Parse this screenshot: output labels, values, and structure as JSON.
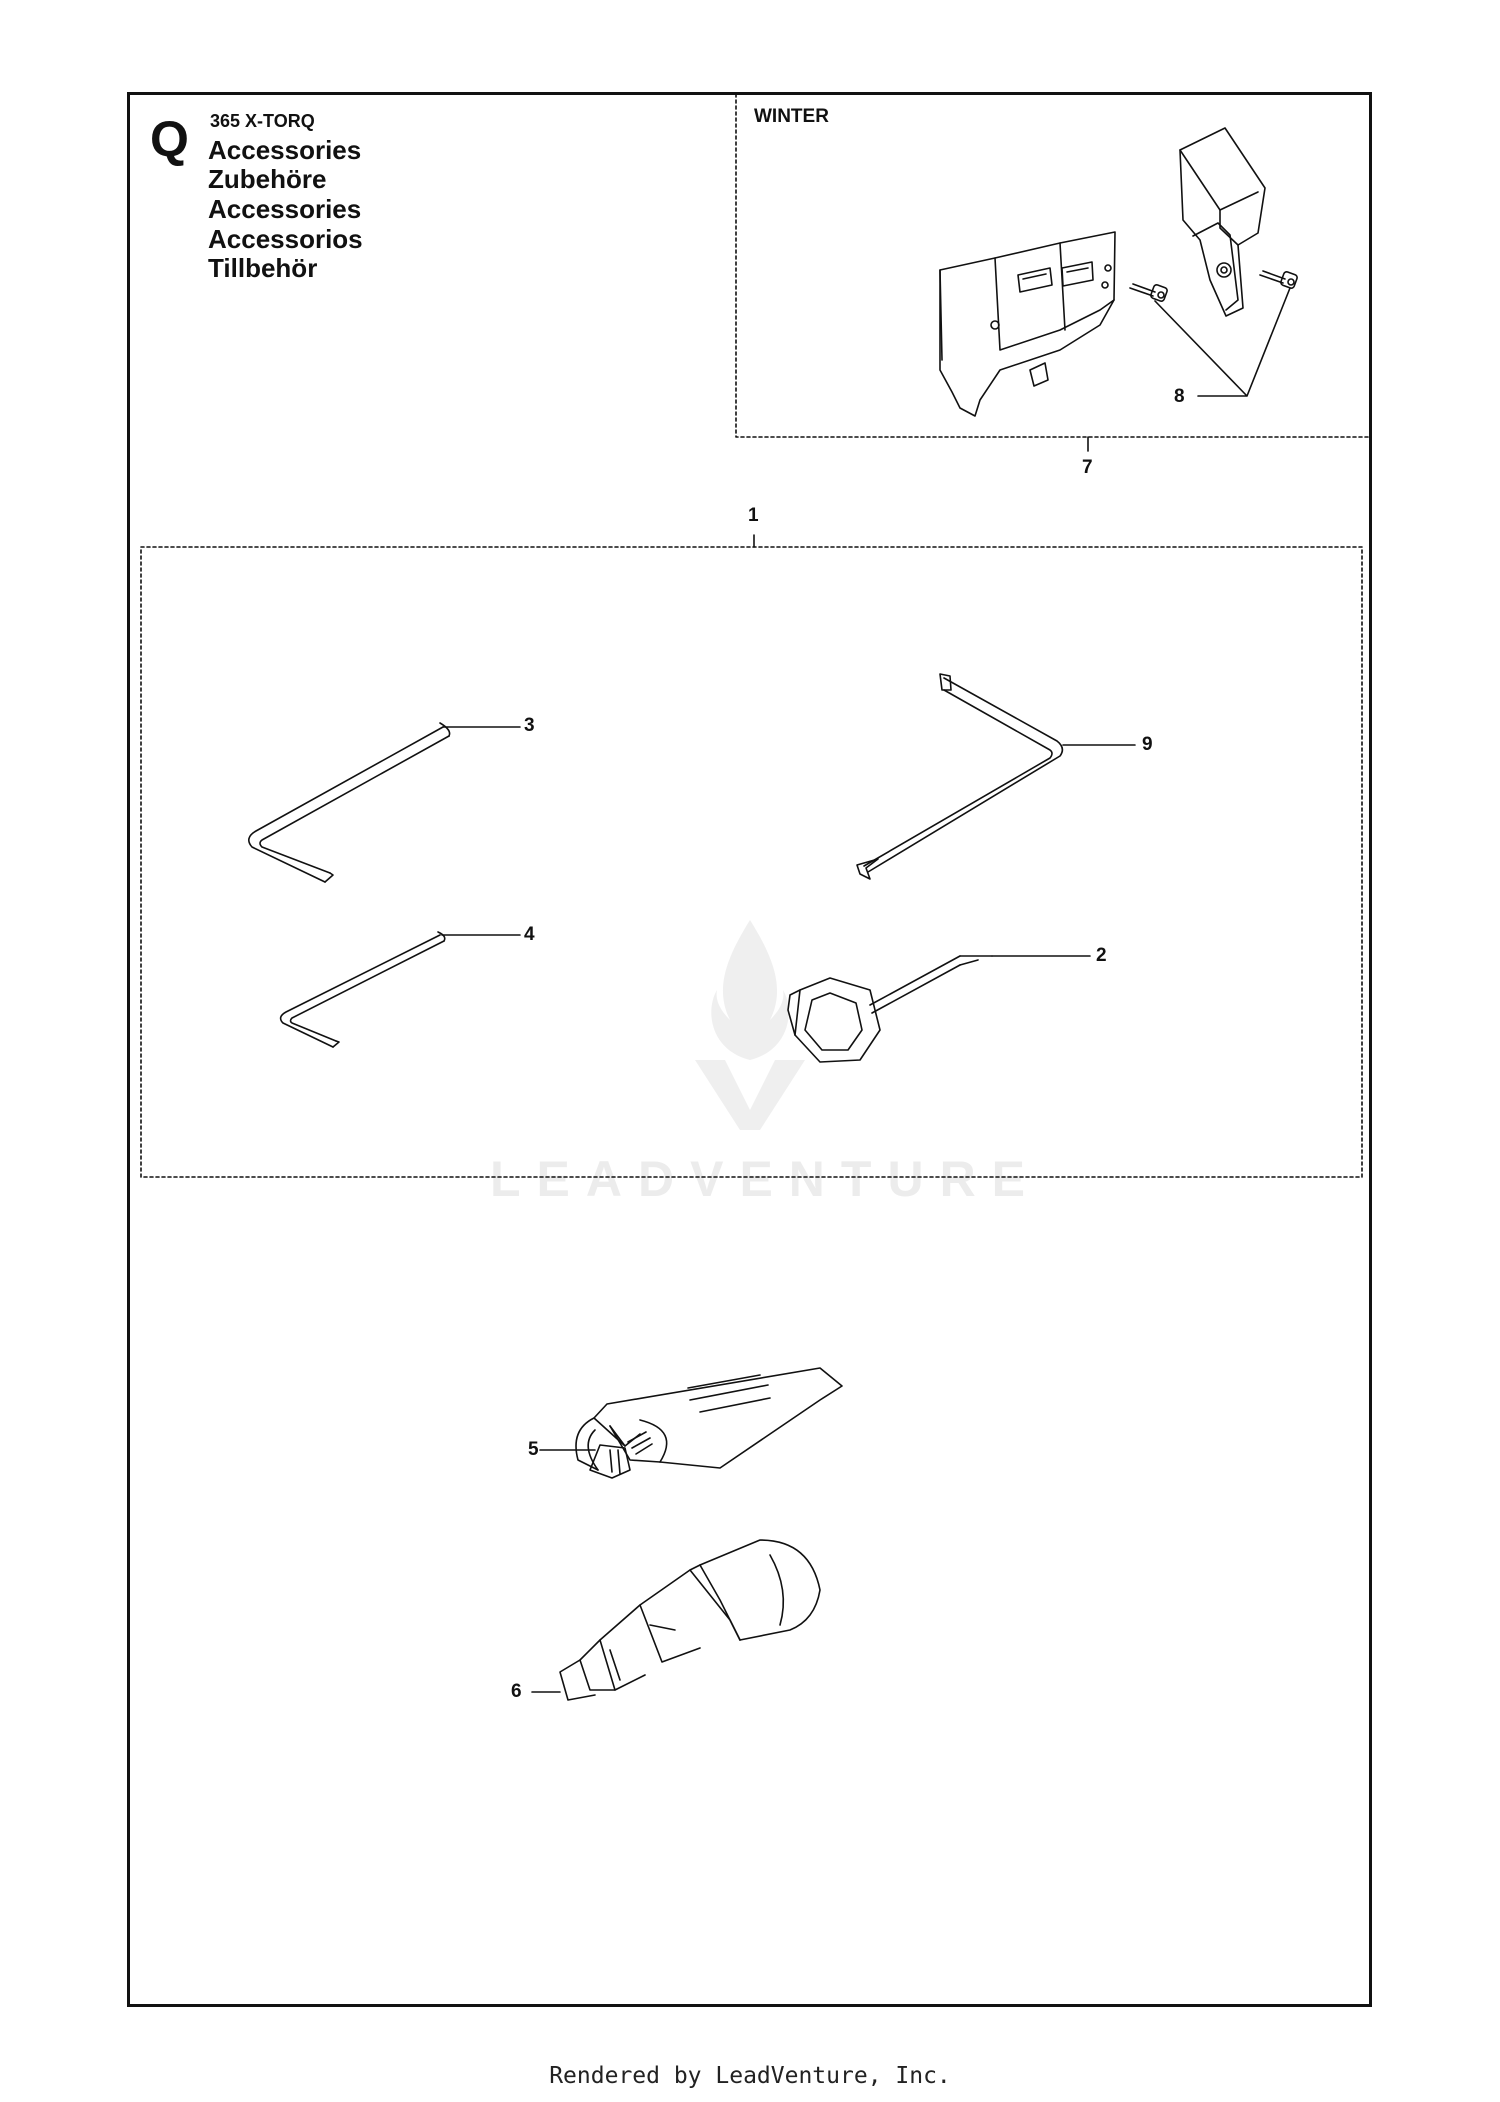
{
  "header": {
    "section_letter": "Q",
    "model": "365 X-TORQ",
    "titles": [
      "Accessories",
      "Zubehöre",
      "Accessories",
      "Accessorios",
      "Tillbehör"
    ]
  },
  "winter_kit": {
    "label": "WINTER"
  },
  "callouts": {
    "c1": "1",
    "c2": "2",
    "c3": "3",
    "c4": "4",
    "c5": "5",
    "c6": "6",
    "c7": "7",
    "c8": "8",
    "c9": "9"
  },
  "watermark": {
    "text": "LEADVENTURE"
  },
  "footer": {
    "text": "Rendered by LeadVenture, Inc."
  },
  "colors": {
    "line": "#111111",
    "watermark": "#ececec"
  }
}
